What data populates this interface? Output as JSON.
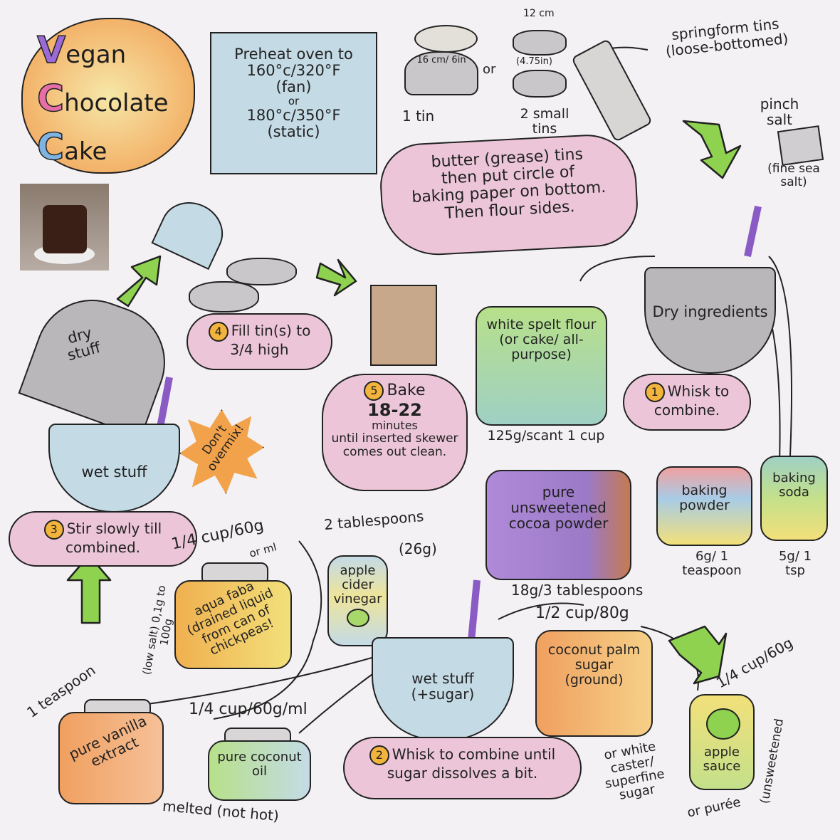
{
  "title": {
    "letters": [
      "V",
      "C",
      "C"
    ],
    "words": [
      "egan",
      "hocolate",
      "ake"
    ],
    "full": "Vegan Chocolate Cake"
  },
  "oven": {
    "line1": "Preheat oven to",
    "line2": "160°c/320°F",
    "line3": "(fan)",
    "line4": "or",
    "line5": "180°c/350°F",
    "line6": "(static)"
  },
  "tins": {
    "one_tin_size": "16 cm/ 6in",
    "one_tin_label": "1 tin",
    "or": "or",
    "small_width": "12 cm",
    "small_inch": "(4.75in)",
    "two_tins_label": "2 small tins",
    "springform": "springform tins (loose-bottomed)"
  },
  "grease_note": {
    "line1": "butter (grease) tins",
    "line2": "then put circle of",
    "line3": "baking paper on bottom.",
    "line4": "Then flour sides."
  },
  "salt": {
    "label": "pinch salt",
    "note": "(fine sea salt)"
  },
  "steps": [
    {
      "number": "1",
      "text": "Whisk to combine."
    },
    {
      "number": "2",
      "text": "Whisk to combine until sugar dissolves a bit."
    },
    {
      "number": "3",
      "text": "Stir slowly till combined."
    },
    {
      "number": "4",
      "text": "Fill tin(s) to 3/4 high"
    },
    {
      "number": "5",
      "text": "Bake",
      "time": "18-22",
      "unit": "minutes",
      "detail": "until inserted skewer comes out clean."
    }
  ],
  "bowls": {
    "dry": "Dry ingredients",
    "dry_stuff": "dry stuff",
    "wet_stuff": "wet stuff",
    "wet_sugar": "wet stuff (+sugar)"
  },
  "warning": "Don't overmix!",
  "ingredients": {
    "flour": {
      "name": "white spelt flour (or cake/ all-purpose)",
      "amount": "125g/scant 1 cup"
    },
    "cocoa": {
      "name": "pure unsweetened cocoa powder",
      "amount": "18g/3 tablespoons"
    },
    "baking_powder": {
      "name": "baking powder",
      "amount": "6g/ 1 teaspoon"
    },
    "baking_soda": {
      "name": "baking soda",
      "amount": "5g/ 1 tsp"
    },
    "aquafaba": {
      "name": "aqua faba (drained liquid from can of chickpeas!",
      "amount": "1/4 cup/60g",
      "amount_alt": "or ml",
      "salt_note": "(low salt) 0,1g to 100g"
    },
    "vinegar": {
      "name": "apple cider vinegar",
      "amount": "2 tablespoons",
      "amount_g": "(26g)"
    },
    "sugar": {
      "name": "coconut palm sugar (ground)",
      "amount": "1/2 cup/80g",
      "alt": "or white caster/ superfine sugar"
    },
    "applesauce": {
      "name": "apple sauce",
      "amount": "1/4 cup/60g",
      "alt": "or purée",
      "note": "(unsweetened"
    },
    "vanilla": {
      "name": "pure vanilla extract",
      "amount": "1 teaspoon"
    },
    "coconut_oil": {
      "name": "pure coconut oil",
      "amount": "1/4 cup/60g/ml",
      "note": "melted (not hot)"
    }
  },
  "colors": {
    "paper": "#f3f1f3",
    "pink": "#ecc6d8",
    "blue": "#c4dbe6",
    "green": "#8fd24f",
    "purple": "#8a5bc4",
    "orange": "#f0a060",
    "yellow": "#f2e07a",
    "grey": "#b9b7b9"
  }
}
